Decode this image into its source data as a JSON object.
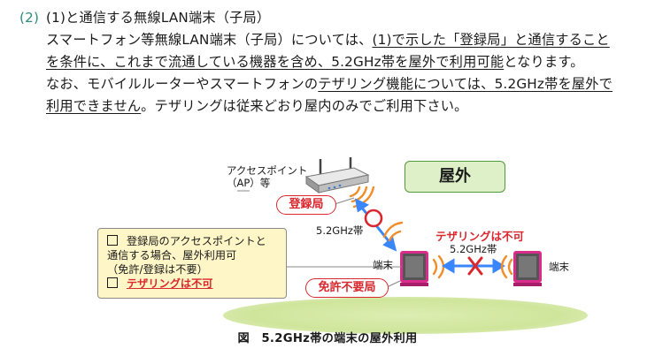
{
  "paragraph": {
    "number": "(2)",
    "heading": "(1)と通信する無線LAN端末（子局）",
    "line2_pre": "スマートフォン等無線LAN端末（子局）については、",
    "line2_u": "(1)で示した「登録局」と通信すること",
    "line3_u": "を条件に、これまで流通している機器を含め、5.2GHz帯を屋外で利用可能",
    "line3_post": "となります。",
    "line4_pre": "なお、モバイルルーターやスマートフォンの",
    "line4_u": "テザリング機能については、5.2GHz帯を屋外で",
    "line5_u": "利用できません",
    "line5_post": "。テザリングは従来どおり屋内のみでご利用下さい。"
  },
  "figure": {
    "outdoor_label": "屋外",
    "ap_label_1": "アクセスポイント",
    "ap_label_2": "（AP）等",
    "registered_station": "登録局",
    "band_left": "5.2GHz帯",
    "band_right": "5.2GHz帯",
    "tethering_not_allowed": "テザリングは不可",
    "terminal_left": "端末",
    "terminal_right": "端末",
    "license_free_station": "免許不要局",
    "callout": {
      "item1_line1": "登録局のアクセスポイントと",
      "item1_line2": "通信する場合、屋外利用可",
      "item1_line3": "（免許/登録は不要）",
      "item2": "テザリングは不可"
    },
    "caption": "図　5.2GHz帯の端末の屋外利用",
    "colors": {
      "red": "#d9272e",
      "green_border": "#4f9a3a",
      "callout_bg": "#fff6c7",
      "device_frame": "#c2187a",
      "wave": "#f28c28"
    }
  }
}
